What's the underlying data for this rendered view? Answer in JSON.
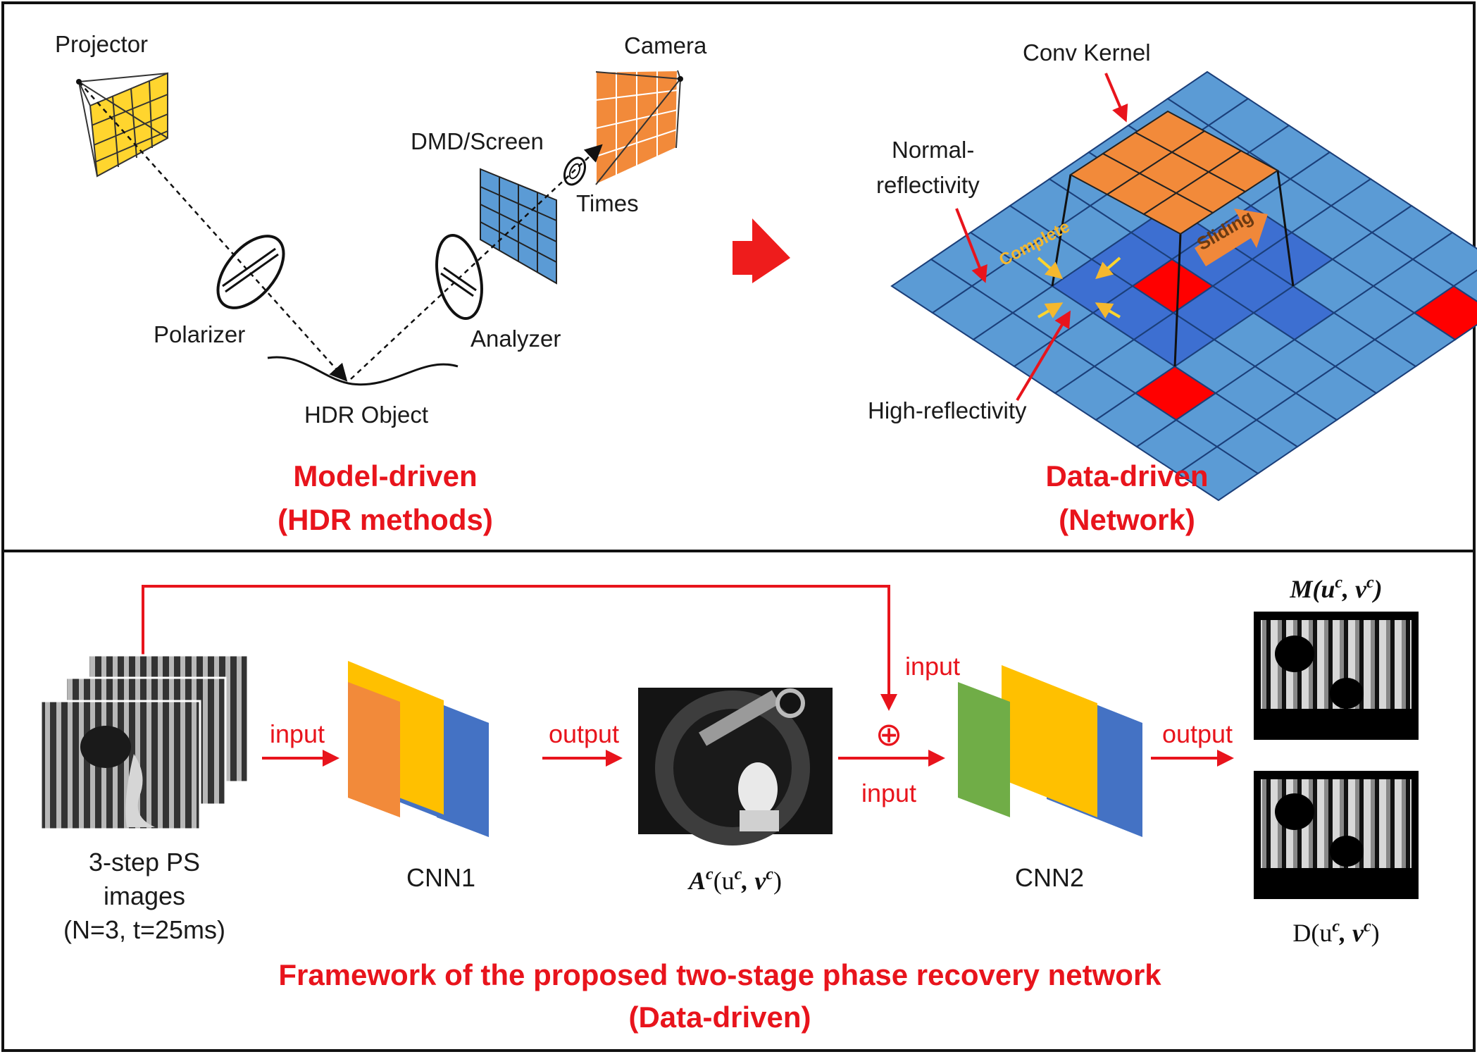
{
  "top_left": {
    "projector": "Projector",
    "camera": "Camera",
    "dmd": "DMD/Screen",
    "times": "Times",
    "polarizer": "Polarizer",
    "analyzer": "Analyzer",
    "object": "HDR Object",
    "title_line1": "Model-driven",
    "title_line2": "(HDR methods)"
  },
  "top_right": {
    "conv_kernel": "Conv Kernel",
    "normal_line1": "Normal-",
    "normal_line2": "reflectivity",
    "complete": "Complete",
    "sliding": "Sliding",
    "high": "High-reflectivity",
    "title_line1": "Data-driven",
    "title_line2": "(Network)"
  },
  "bottom": {
    "ps_line1": "3-step PS",
    "ps_line2": "images",
    "ps_line3": "(N=3, t=25ms)",
    "input1": "input",
    "cnn1": "CNN1",
    "output1": "output",
    "ac": {
      "base": "A",
      "sup": "c",
      "args": "(u",
      "argsup1": "c",
      "comma": ", v",
      "argsup2": "c",
      "close": ")"
    },
    "input_top": "input",
    "input_bottom": "input",
    "oplus": "⊕",
    "cnn2": "CNN2",
    "output2": "output",
    "m": {
      "base": "M(u",
      "sup1": "c",
      "mid": ", v",
      "sup2": "c",
      "close": ")"
    },
    "d": {
      "base": "D(u",
      "sup1": "c",
      "mid": ", v",
      "sup2": "c",
      "close": ")"
    },
    "title_line1": "Framework of the proposed two-stage phase recovery network",
    "title_line2": "(Data-driven)"
  },
  "colors": {
    "red": "#e8141c",
    "orange": "#f28a3a",
    "yellow": "#ffc000",
    "blue": "#4472c4",
    "green": "#70ad47",
    "grid_blue": "#5b9bd5",
    "grid_dark": "#3d6fd1",
    "grid_yellow": "#ffd52e"
  }
}
